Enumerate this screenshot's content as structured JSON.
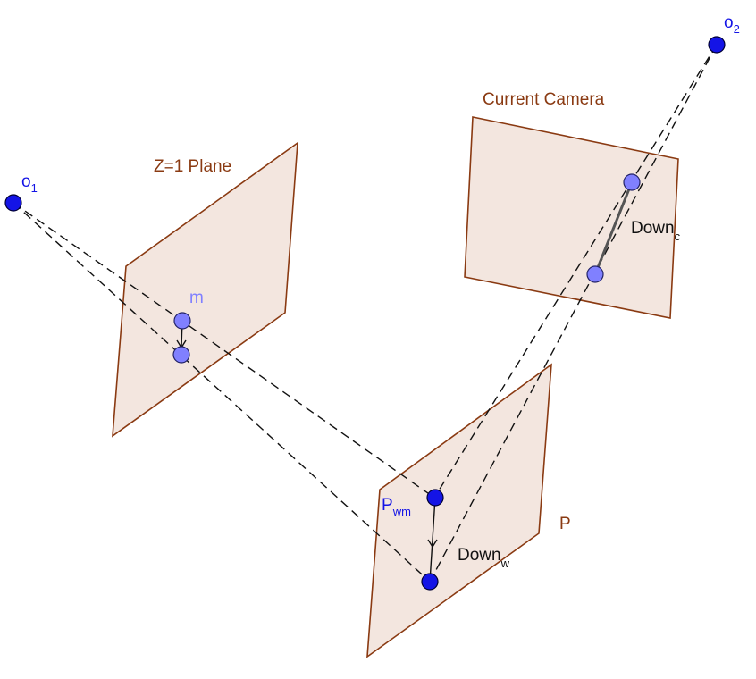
{
  "labels": {
    "o1": "o",
    "o1_sub": "1",
    "o2": "o",
    "o2_sub": "2",
    "z_plane": "Z=1 Plane",
    "current_camera": "Current Camera",
    "m": "m",
    "pwm": "P",
    "pwm_sub": "wm",
    "plane_p": "P",
    "down_w": "Down",
    "down_w_sub": "w",
    "down_c": "Down",
    "down_c_sub": "c"
  },
  "colors": {
    "plane_fill": "#f3e6df",
    "plane_edge": "#8a3a12",
    "point_dark": "#1414e6",
    "point_light": "#8080ff"
  }
}
